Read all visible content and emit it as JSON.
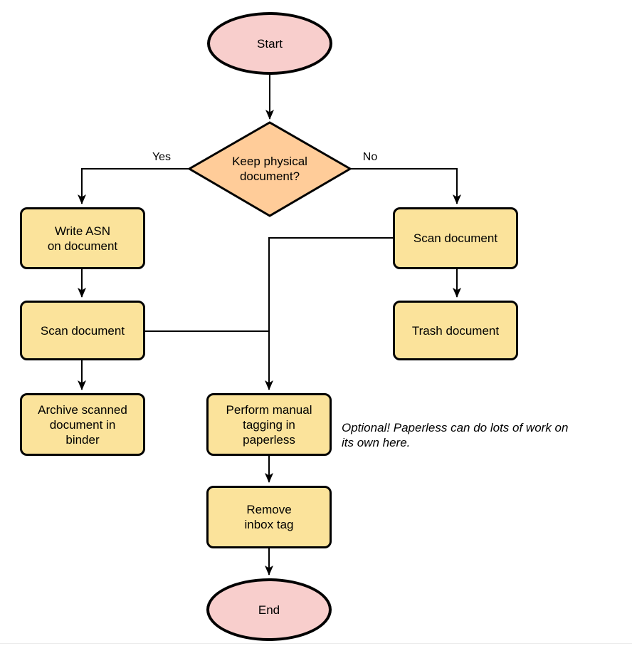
{
  "colors": {
    "terminal_fill": "#F8CECC",
    "decision_fill": "#FFCC99",
    "process_fill": "#FBE39B",
    "stroke": "#000000",
    "background": "#FFFFFF",
    "bottom_divider": "#ECECEC"
  },
  "nodes": {
    "start": {
      "type": "terminal",
      "lines": [
        "Start"
      ]
    },
    "decision": {
      "type": "decision",
      "lines": [
        "Keep physical",
        "document?"
      ]
    },
    "write_asn": {
      "type": "process",
      "lines": [
        "Write ASN",
        "on document"
      ]
    },
    "scan_left": {
      "type": "process",
      "lines": [
        "Scan document"
      ]
    },
    "archive": {
      "type": "process",
      "lines": [
        "Archive scanned",
        "document in",
        "binder"
      ]
    },
    "scan_right": {
      "type": "process",
      "lines": [
        "Scan document"
      ]
    },
    "trash": {
      "type": "process",
      "lines": [
        "Trash document"
      ]
    },
    "tagging": {
      "type": "process",
      "lines": [
        "Perform manual",
        "tagging in",
        "paperless"
      ]
    },
    "remove_inbox": {
      "type": "process",
      "lines": [
        "Remove",
        "inbox tag"
      ]
    },
    "end": {
      "type": "terminal",
      "lines": [
        "End"
      ]
    }
  },
  "edge_labels": {
    "yes": "Yes",
    "no": "No"
  },
  "edges": [
    {
      "from": "start",
      "to": "decision",
      "label": ""
    },
    {
      "from": "decision",
      "to": "write_asn",
      "label": "Yes"
    },
    {
      "from": "decision",
      "to": "scan_right",
      "label": "No"
    },
    {
      "from": "write_asn",
      "to": "scan_left",
      "label": ""
    },
    {
      "from": "scan_left",
      "to": "archive",
      "label": ""
    },
    {
      "from": "scan_right",
      "to": "trash",
      "label": ""
    },
    {
      "from": "scan_right",
      "to": "tagging",
      "label": ""
    },
    {
      "from": "scan_left",
      "to": "tagging",
      "label": ""
    },
    {
      "from": "tagging",
      "to": "remove_inbox",
      "label": ""
    },
    {
      "from": "remove_inbox",
      "to": "end",
      "label": ""
    }
  ],
  "note": {
    "lines": [
      "Optional! Paperless can do lots of work on",
      "its own here."
    ]
  }
}
